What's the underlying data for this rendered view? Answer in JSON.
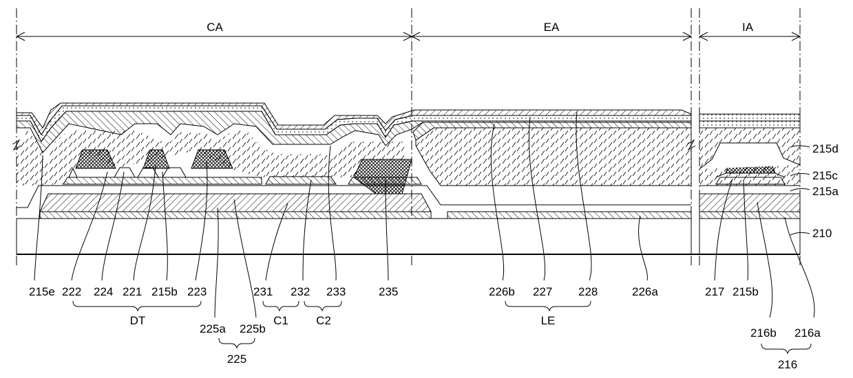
{
  "regions": [
    {
      "id": "region-ca",
      "label": "CA"
    },
    {
      "id": "region-ea",
      "label": "EA"
    },
    {
      "id": "region-ia",
      "label": "IA"
    }
  ],
  "side_labels": [
    "215d",
    "215c",
    "215a",
    "210"
  ],
  "bottom_labels": [
    "215e",
    "222",
    "224",
    "221",
    "215b",
    "223",
    "225a",
    "225b",
    "231",
    "232",
    "233",
    "235",
    "226b",
    "227",
    "228",
    "226a",
    "217",
    "215b",
    "216b",
    "216a"
  ],
  "group_labels": {
    "dt": "DT",
    "c1": "C1",
    "c2": "C2",
    "le": "LE",
    "g225": "225",
    "g216": "216"
  },
  "colors": {
    "line": "#000000",
    "background": "#ffffff"
  }
}
